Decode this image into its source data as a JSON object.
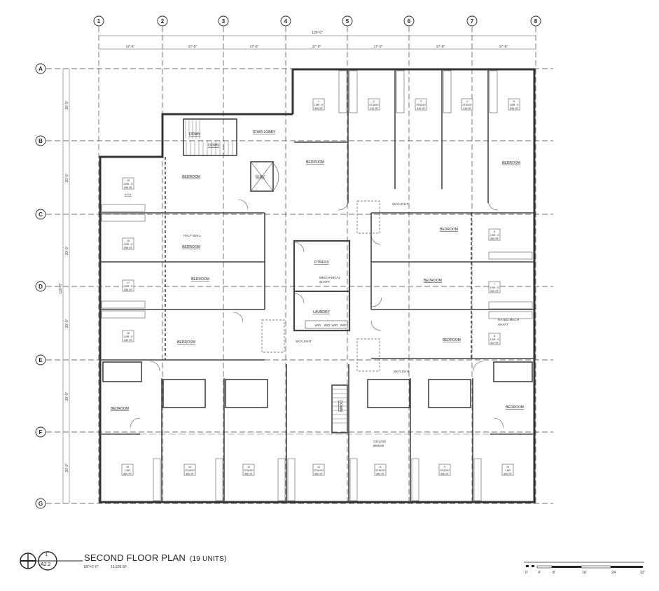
{
  "drawing": {
    "title": "SECOND FLOOR PLAN",
    "subtitle": "(19 UNITS)",
    "scale": "1/8\"=1'-0\"",
    "area": "13,526 SF",
    "detail_number": "1",
    "sheet_number": "A2.2"
  },
  "grid": {
    "columns": [
      "1",
      "2",
      "3",
      "4",
      "5",
      "6",
      "7",
      "8"
    ],
    "rows": [
      "A",
      "B",
      "C",
      "D",
      "E",
      "F",
      "G"
    ],
    "overall_width": "120'-0\"",
    "overall_height": "120'-0\"",
    "column_spacings": [
      "17'-6\"",
      "17'-0\"",
      "17'-0\"",
      "17'-0\"",
      "17'-0\"",
      "17'-0\"",
      "17'-6\""
    ],
    "row_spacings": [
      "20'-0\"",
      "20'-0\"",
      "20'-0\"",
      "20'-0\"",
      "20'-0\"",
      "20'-0\""
    ]
  },
  "units": [
    {
      "number": "1",
      "type": "1 BR - E",
      "area": "595 SF"
    },
    {
      "number": "2",
      "type": "STUDIO",
      "area": "410 SF"
    },
    {
      "number": "3",
      "type": "STUDIO",
      "area": "410 SF"
    },
    {
      "number": "4",
      "type": "STUDIO",
      "area": "410 SF"
    },
    {
      "number": "5",
      "type": "1 BR - E",
      "area": "595 SF"
    },
    {
      "number": "6",
      "type": "1 BR - E",
      "area": "595 SF"
    },
    {
      "number": "7",
      "type": "1 BR - E",
      "area": "595 SF"
    },
    {
      "number": "8",
      "type": "1 BR - E",
      "area": "515 SF"
    },
    {
      "number": "9",
      "type": "STUDIO",
      "area": "560 SF"
    },
    {
      "number": "10",
      "type": "1 BR",
      "area": "660 SF"
    },
    {
      "number": "11",
      "type": "STUDIO",
      "area": "560 SF"
    },
    {
      "number": "12",
      "type": "STUDIO",
      "area": "560 SF"
    },
    {
      "number": "13",
      "type": "STUDIO",
      "area": "560 SF"
    },
    {
      "number": "14",
      "type": "STUDIO",
      "area": "560 SF"
    },
    {
      "number": "15",
      "type": "1 BR",
      "area": "660 SF"
    },
    {
      "number": "16",
      "type": "1 BR - E",
      "area": "540 SF"
    },
    {
      "number": "17",
      "type": "1 BR - E",
      "area": "595 SF"
    },
    {
      "number": "18",
      "type": "1 BR - E",
      "area": "595 SF"
    },
    {
      "number": "19",
      "type": "1 BR - E",
      "area": "595 SF",
      "note": "A.D.A."
    }
  ],
  "rooms": {
    "bedroom": "BEDROOM",
    "stair_lobby": "STAIR LOBBY",
    "elevator": "ELEV.",
    "fitness": "FITNESS",
    "laundry": "LAUNDRY",
    "washer_dryer": "W/D",
    "down": "DOWN"
  },
  "notes": {
    "half_wall": "HALF WALL",
    "mechanical_shaft": [
      "MECHANICAL",
      "SHAFT"
    ],
    "skylight": "SKYLIGHT",
    "rated_mech_shaft": [
      "RATED MECH",
      "SHAFT"
    ],
    "ceiling_break": [
      "CEILING",
      "BREAK"
    ]
  },
  "scale_bar": {
    "ticks": [
      "0",
      "4'",
      "8'",
      "16'",
      "24'",
      "32'"
    ]
  }
}
